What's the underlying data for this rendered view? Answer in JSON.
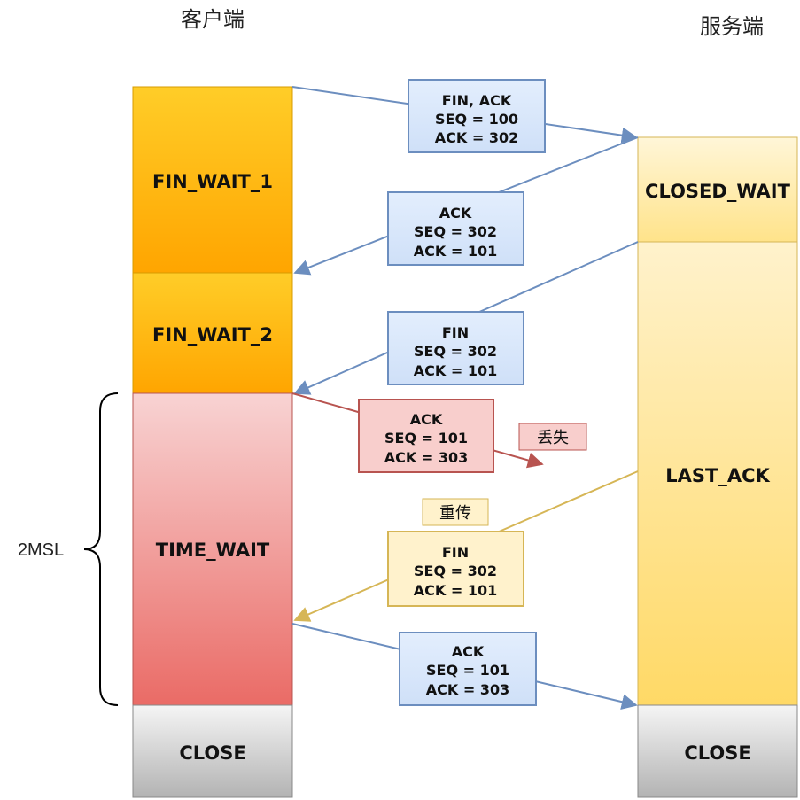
{
  "titles": {
    "client": "客户端",
    "server": "服务端"
  },
  "client_states": [
    "FIN_WAIT_1",
    "FIN_WAIT_2",
    "TIME_WAIT",
    "CLOSE"
  ],
  "server_states": [
    "CLOSED_WAIT",
    "LAST_ACK",
    "CLOSE"
  ],
  "messages": [
    {
      "name": "msg-fin-ack",
      "direction": "client-to-server",
      "lines": [
        "FIN, ACK",
        "SEQ = 100",
        "ACK = 302"
      ],
      "color": "blue"
    },
    {
      "name": "msg-ack-1",
      "direction": "server-to-client",
      "lines": [
        "ACK",
        "SEQ = 302",
        "ACK = 101"
      ],
      "color": "blue"
    },
    {
      "name": "msg-fin-1",
      "direction": "server-to-client",
      "lines": [
        "FIN",
        "SEQ = 302",
        "ACK = 101"
      ],
      "color": "blue"
    },
    {
      "name": "msg-ack-lost",
      "direction": "client-to-server",
      "lines": [
        "ACK",
        "SEQ = 101",
        "ACK = 303"
      ],
      "color": "red"
    },
    {
      "name": "msg-fin-retransmit",
      "direction": "server-to-client",
      "lines": [
        "FIN",
        "SEQ = 302",
        "ACK = 101"
      ],
      "color": "yellow"
    },
    {
      "name": "msg-ack-final",
      "direction": "client-to-server",
      "lines": [
        "ACK",
        "SEQ = 101",
        "ACK = 303"
      ],
      "color": "blue"
    }
  ],
  "tags": {
    "lost": "丢失",
    "retransmit": "重传"
  },
  "brace_label": "2MSL",
  "colors": {
    "arrow_blue": "#6c8ebf",
    "arrow_red": "#b85450",
    "arrow_yellow": "#d6b656",
    "box_blue": "#dae8fc",
    "box_red": "#f8cecc",
    "box_yellow": "#fff2cc"
  }
}
